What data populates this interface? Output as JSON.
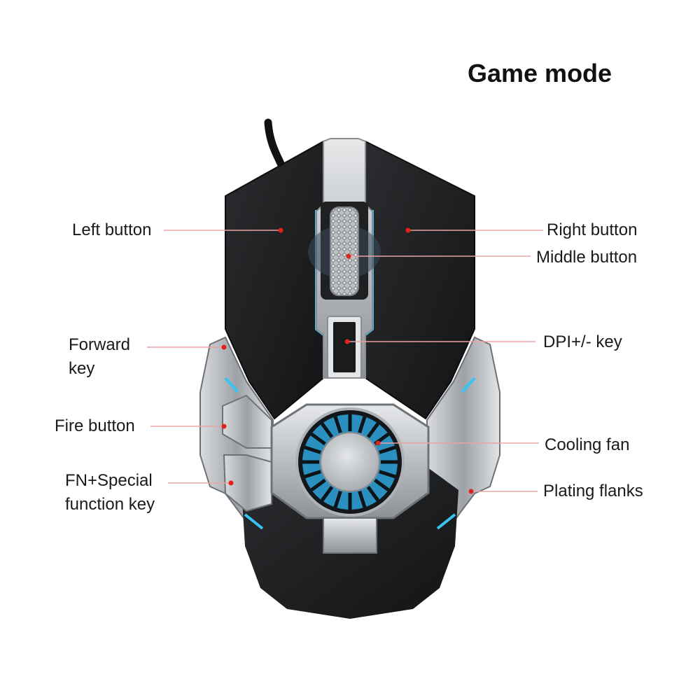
{
  "title": "Game mode",
  "labels": {
    "left_button": "Left button",
    "right_button": "Right button",
    "middle_button": "Middle button",
    "forward_key_line1": "Forward",
    "forward_key_line2": "key",
    "dpi_key": "DPI+/- key",
    "fire_button": "Fire button",
    "cooling_fan": "Cooling fan",
    "fn_key_line1": "FN+Special",
    "fn_key_line2": "function key",
    "plating_flanks": "Plating flanks"
  },
  "colors": {
    "leader_line": "#e8a3a3",
    "marker": "#e0221b",
    "body_black": "#1b1c1e",
    "plating_silver": "#b9bcc0",
    "led_blue": "#38c4f2"
  }
}
